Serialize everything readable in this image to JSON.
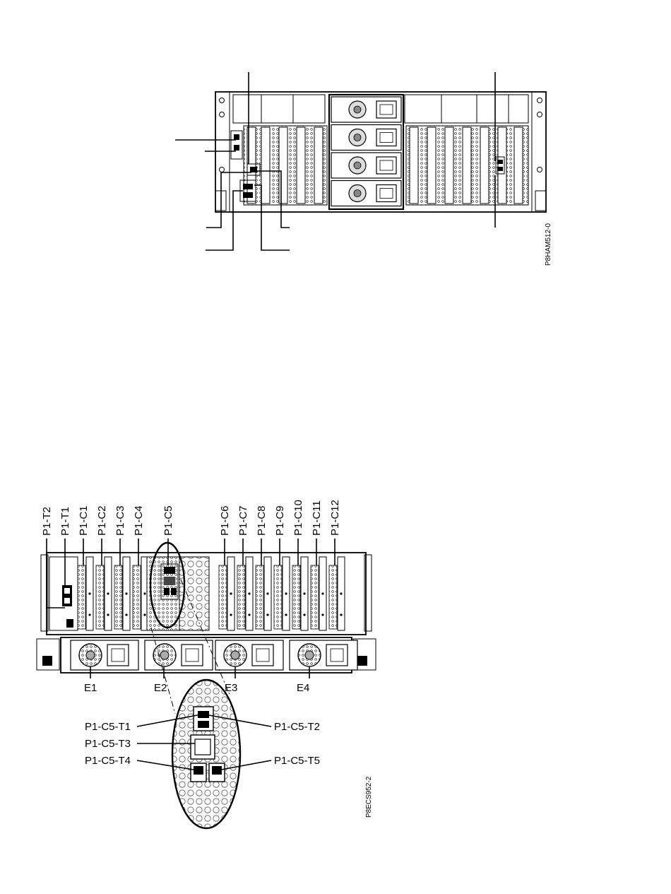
{
  "top_figure": {
    "figure_code": "P8HAM512-0",
    "psu_count": 4
  },
  "bottom_figure": {
    "figure_code": "P8ECS952-2",
    "slot_labels": [
      "P1-T2",
      "P1-T1",
      "P1-C1",
      "P1-C2",
      "P1-C3",
      "P1-C4",
      "P1-C5",
      "P1-C6",
      "P1-C7",
      "P1-C8",
      "P1-C9",
      "P1-C10",
      "P1-C11",
      "P1-C12"
    ],
    "fan_labels": [
      "E1",
      "E2",
      "E3",
      "E4"
    ],
    "port_labels_left": [
      "P1-C5-T1",
      "P1-C5-T3",
      "P1-C5-T4"
    ],
    "port_labels_right": [
      "P1-C5-T2",
      "P1-C5-T5"
    ]
  }
}
